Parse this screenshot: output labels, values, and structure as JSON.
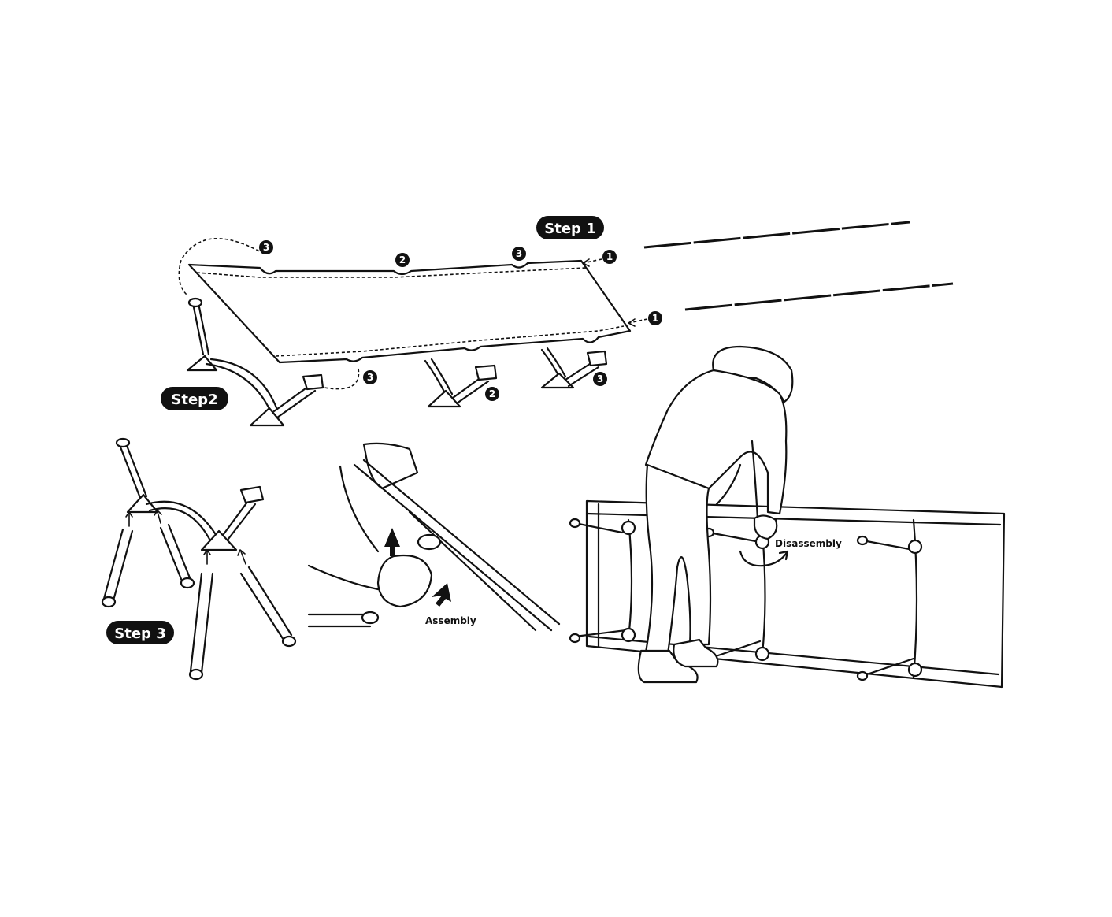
{
  "steps": {
    "step1": "Step 1",
    "step2": "Step2",
    "step3": "Step 3"
  },
  "markers": {
    "one": "1",
    "two": "2",
    "three": "3"
  },
  "captions": {
    "assembly": "Assembly",
    "disassembly": "Disassembly"
  },
  "colors": {
    "line": "#111111",
    "background": "#ffffff"
  }
}
